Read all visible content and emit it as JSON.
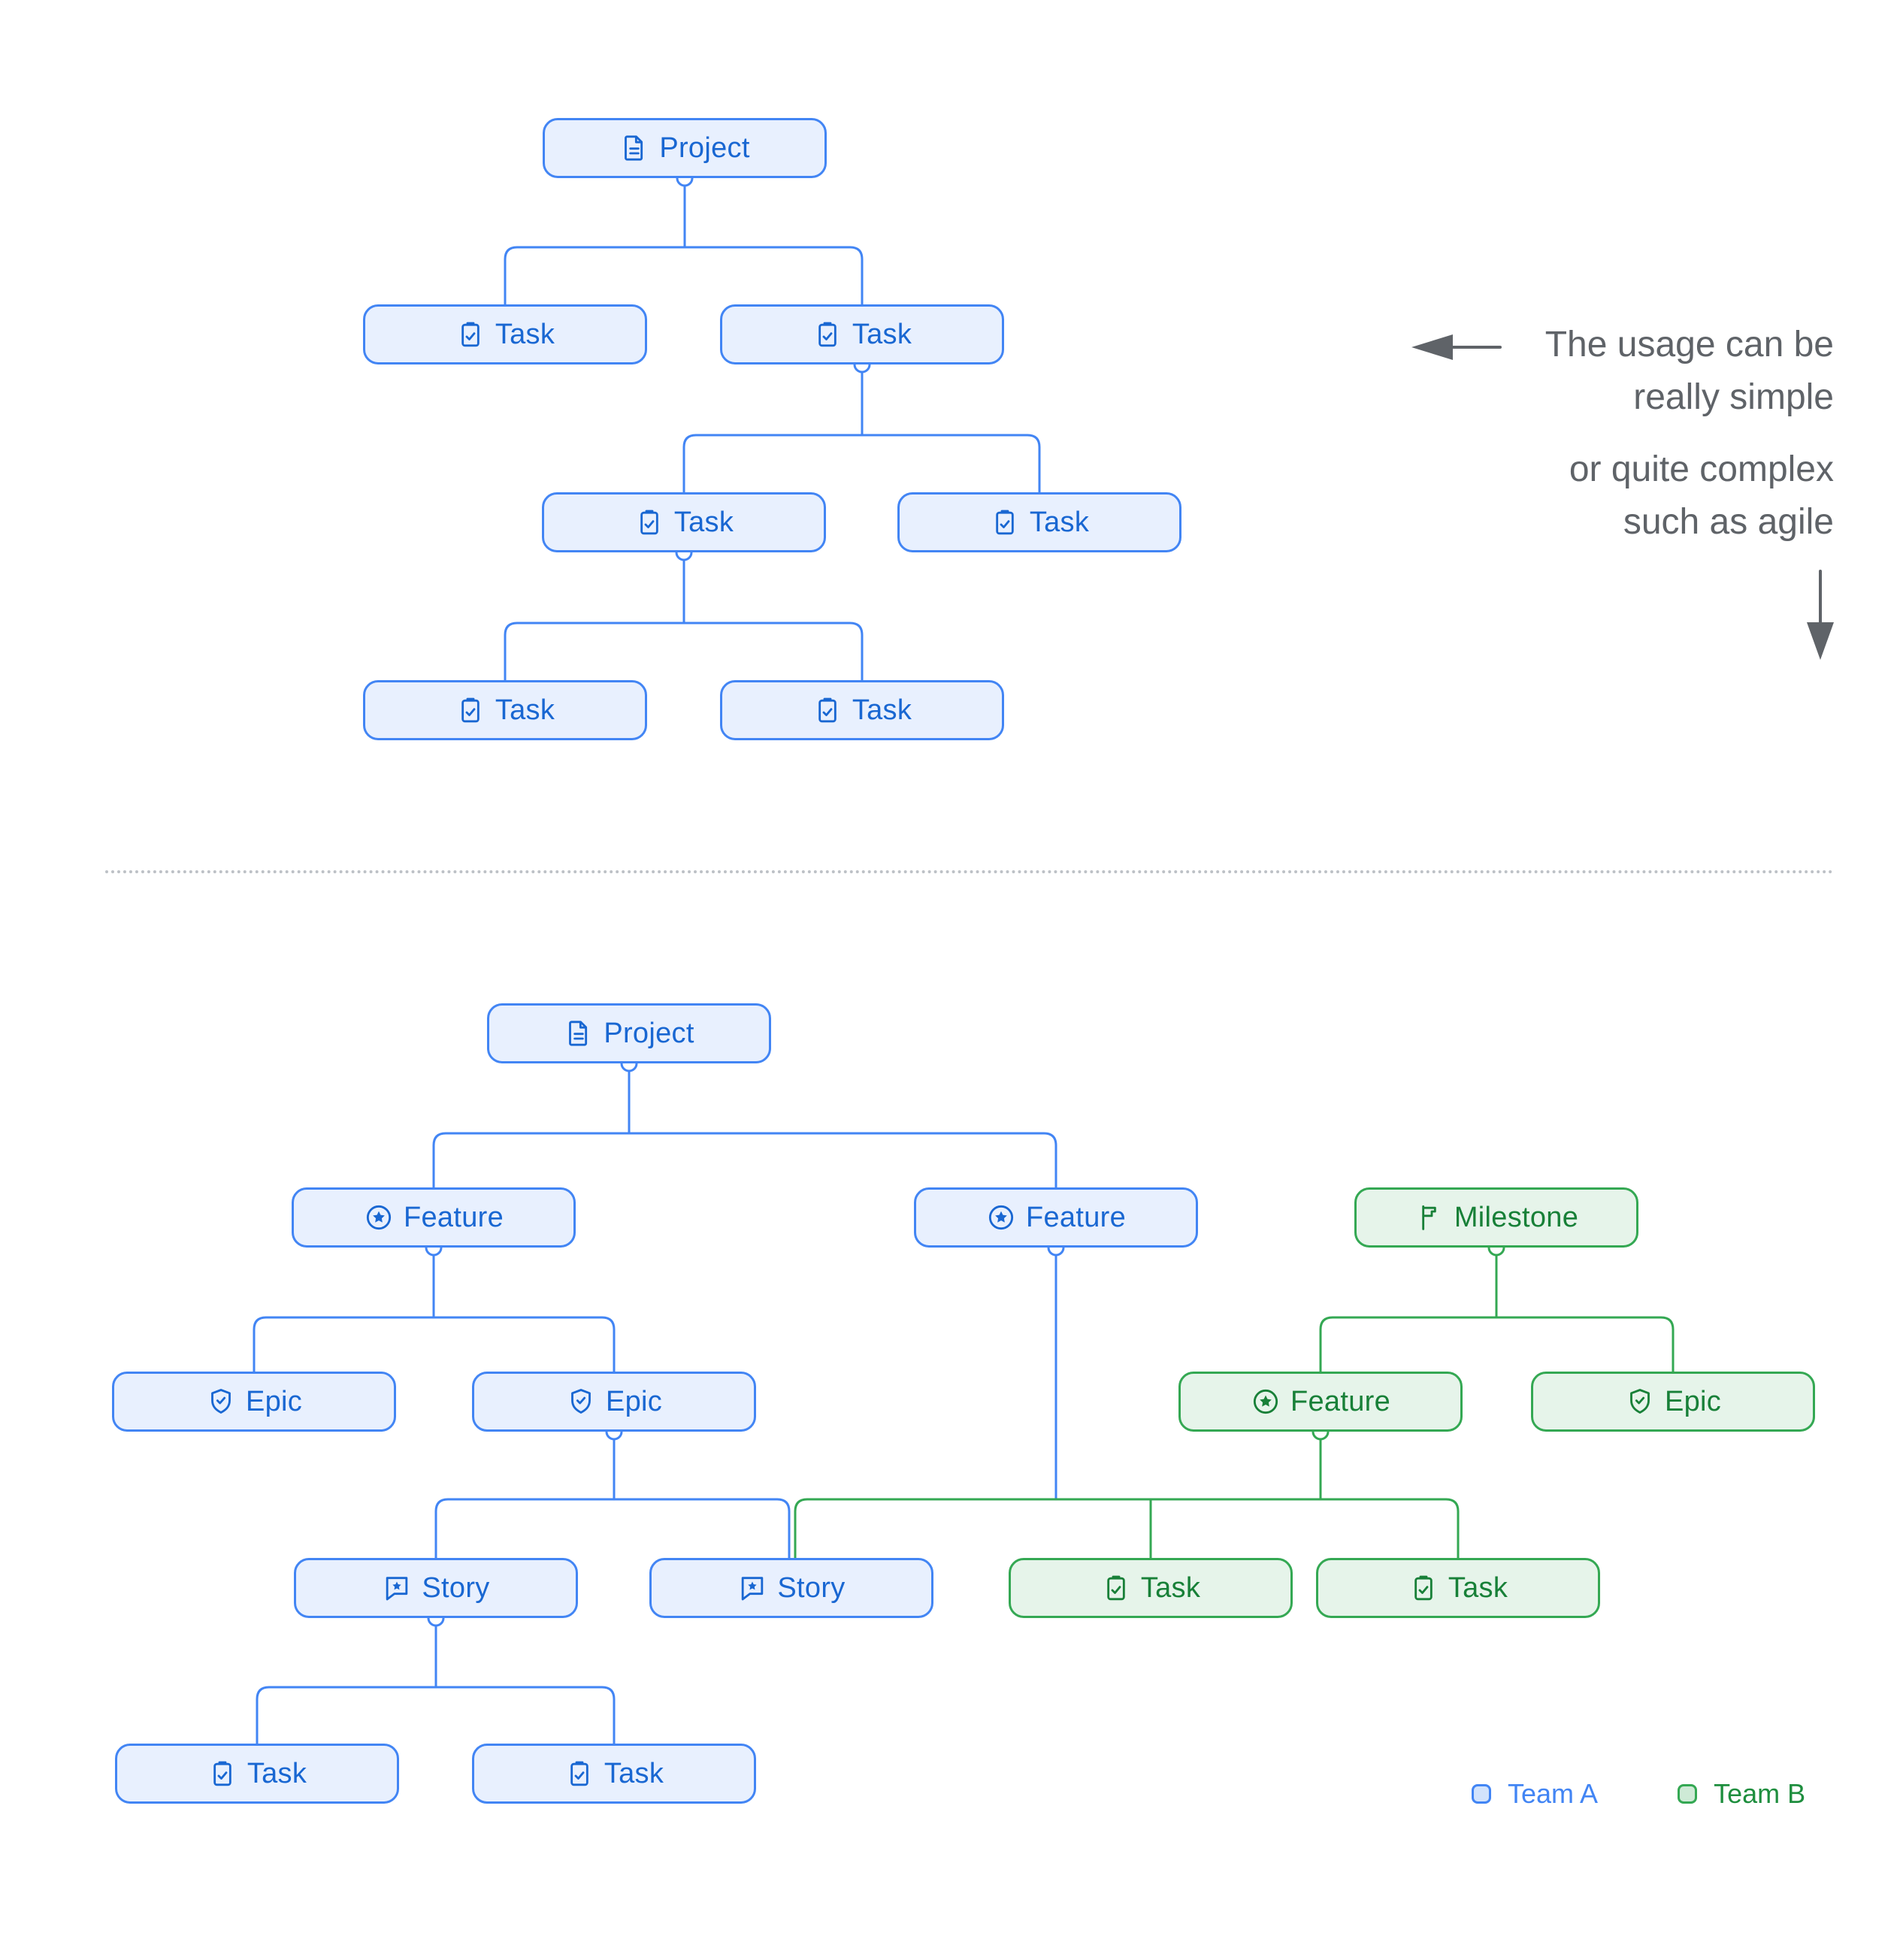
{
  "annotation": {
    "para1_line1": "The usage can be",
    "para1_line2": "really simple",
    "para2_line1": "or quite complex",
    "para2_line2": "such as agile"
  },
  "legend": {
    "team_a_label": "Team A",
    "team_b_label": "Team B"
  },
  "colors": {
    "team_a_border": "#4285F4",
    "team_a_fill": "#E8F0FE",
    "team_a_text": "#1967D2",
    "team_b_border": "#34A853",
    "team_b_fill": "#E6F4EA",
    "team_b_text": "#188038",
    "annotation_text": "#5F6368",
    "divider_dots": "#BDC1C6"
  },
  "simple_tree": {
    "project": "Project",
    "task_1": "Task",
    "task_2": "Task",
    "task_3": "Task",
    "task_4": "Task",
    "task_5": "Task",
    "task_6": "Task"
  },
  "complex_tree": {
    "project": "Project",
    "feature_1": "Feature",
    "feature_2": "Feature",
    "milestone": "Milestone",
    "epic_1": "Epic",
    "epic_2": "Epic",
    "team_b_feature": "Feature",
    "team_b_epic": "Epic",
    "story_1": "Story",
    "story_2": "Story",
    "team_b_task_1": "Task",
    "team_b_task_2": "Task",
    "task_1": "Task",
    "task_2": "Task"
  }
}
